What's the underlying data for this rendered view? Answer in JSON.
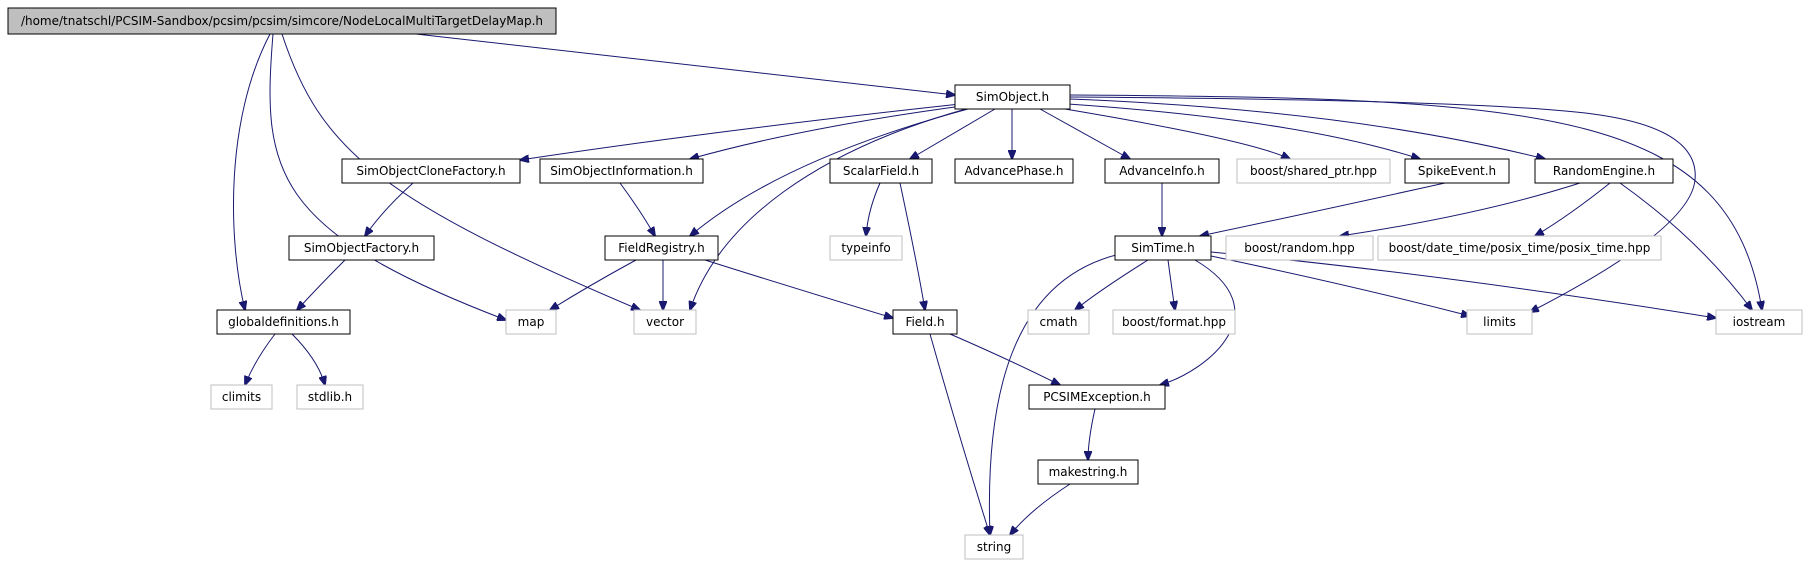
{
  "diagram": {
    "colors": {
      "edge": "#191970",
      "root_fill": "#bfbfbf",
      "node_border": "#000000",
      "external_border": "#bfbfbf",
      "text": "#000000"
    },
    "nodes": [
      {
        "id": "root",
        "label": "/home/tnatschl/PCSIM-Sandbox/pcsim/pcsim/simcore/NodeLocalMultiTargetDelayMap.h",
        "kind": "root"
      },
      {
        "id": "simobject",
        "label": "SimObject.h",
        "kind": "local"
      },
      {
        "id": "clonefactory",
        "label": "SimObjectCloneFactory.h",
        "kind": "local"
      },
      {
        "id": "objinfo",
        "label": "SimObjectInformation.h",
        "kind": "local"
      },
      {
        "id": "scalarfield",
        "label": "ScalarField.h",
        "kind": "local"
      },
      {
        "id": "advancephase",
        "label": "AdvancePhase.h",
        "kind": "local"
      },
      {
        "id": "advanceinfo",
        "label": "AdvanceInfo.h",
        "kind": "local"
      },
      {
        "id": "sharedptr",
        "label": "boost/shared_ptr.hpp",
        "kind": "external"
      },
      {
        "id": "spikeevent",
        "label": "SpikeEvent.h",
        "kind": "local"
      },
      {
        "id": "randomengine",
        "label": "RandomEngine.h",
        "kind": "local"
      },
      {
        "id": "objfactory",
        "label": "SimObjectFactory.h",
        "kind": "local"
      },
      {
        "id": "fieldregistry",
        "label": "FieldRegistry.h",
        "kind": "local"
      },
      {
        "id": "typeinfo",
        "label": "typeinfo",
        "kind": "external"
      },
      {
        "id": "simtime",
        "label": "SimTime.h",
        "kind": "local"
      },
      {
        "id": "boostrandom",
        "label": "boost/random.hpp",
        "kind": "external"
      },
      {
        "id": "posixtime",
        "label": "boost/date_time/posix_time/posix_time.hpp",
        "kind": "external"
      },
      {
        "id": "globaldefs",
        "label": "globaldefinitions.h",
        "kind": "local"
      },
      {
        "id": "map",
        "label": "map",
        "kind": "external"
      },
      {
        "id": "vector",
        "label": "vector",
        "kind": "external"
      },
      {
        "id": "field",
        "label": "Field.h",
        "kind": "local"
      },
      {
        "id": "cmath",
        "label": "cmath",
        "kind": "external"
      },
      {
        "id": "boostformat",
        "label": "boost/format.hpp",
        "kind": "external"
      },
      {
        "id": "limits",
        "label": "limits",
        "kind": "external"
      },
      {
        "id": "iostream",
        "label": "iostream",
        "kind": "external"
      },
      {
        "id": "climits",
        "label": "climits",
        "kind": "external"
      },
      {
        "id": "stdlib",
        "label": "stdlib.h",
        "kind": "external"
      },
      {
        "id": "pcsimexception",
        "label": "PCSIMException.h",
        "kind": "local"
      },
      {
        "id": "makestring",
        "label": "makestring.h",
        "kind": "local"
      },
      {
        "id": "string",
        "label": "string",
        "kind": "external"
      }
    ],
    "edges": [
      {
        "from": "root",
        "to": "simobject"
      },
      {
        "from": "root",
        "to": "globaldefs"
      },
      {
        "from": "root",
        "to": "map"
      },
      {
        "from": "root",
        "to": "vector"
      },
      {
        "from": "simobject",
        "to": "clonefactory"
      },
      {
        "from": "simobject",
        "to": "objinfo"
      },
      {
        "from": "simobject",
        "to": "fieldregistry"
      },
      {
        "from": "simobject",
        "to": "vector"
      },
      {
        "from": "simobject",
        "to": "scalarfield"
      },
      {
        "from": "simobject",
        "to": "advancephase"
      },
      {
        "from": "simobject",
        "to": "advanceinfo"
      },
      {
        "from": "simobject",
        "to": "sharedptr"
      },
      {
        "from": "simobject",
        "to": "spikeevent"
      },
      {
        "from": "simobject",
        "to": "randomengine"
      },
      {
        "from": "simobject",
        "to": "limits"
      },
      {
        "from": "simobject",
        "to": "iostream"
      },
      {
        "from": "clonefactory",
        "to": "objfactory"
      },
      {
        "from": "objfactory",
        "to": "globaldefs"
      },
      {
        "from": "objinfo",
        "to": "fieldregistry"
      },
      {
        "from": "fieldregistry",
        "to": "map"
      },
      {
        "from": "fieldregistry",
        "to": "vector"
      },
      {
        "from": "fieldregistry",
        "to": "field"
      },
      {
        "from": "scalarfield",
        "to": "typeinfo"
      },
      {
        "from": "scalarfield",
        "to": "field"
      },
      {
        "from": "advanceinfo",
        "to": "simtime"
      },
      {
        "from": "spikeevent",
        "to": "simtime"
      },
      {
        "from": "randomengine",
        "to": "boostrandom"
      },
      {
        "from": "randomengine",
        "to": "posixtime"
      },
      {
        "from": "randomengine",
        "to": "iostream"
      },
      {
        "from": "simtime",
        "to": "cmath"
      },
      {
        "from": "simtime",
        "to": "boostformat"
      },
      {
        "from": "simtime",
        "to": "limits"
      },
      {
        "from": "simtime",
        "to": "iostream"
      },
      {
        "from": "simtime",
        "to": "string"
      },
      {
        "from": "simtime",
        "to": "pcsimexception"
      },
      {
        "from": "globaldefs",
        "to": "climits"
      },
      {
        "from": "globaldefs",
        "to": "stdlib"
      },
      {
        "from": "field",
        "to": "pcsimexception"
      },
      {
        "from": "field",
        "to": "string"
      },
      {
        "from": "pcsimexception",
        "to": "makestring"
      },
      {
        "from": "makestring",
        "to": "string"
      }
    ]
  }
}
